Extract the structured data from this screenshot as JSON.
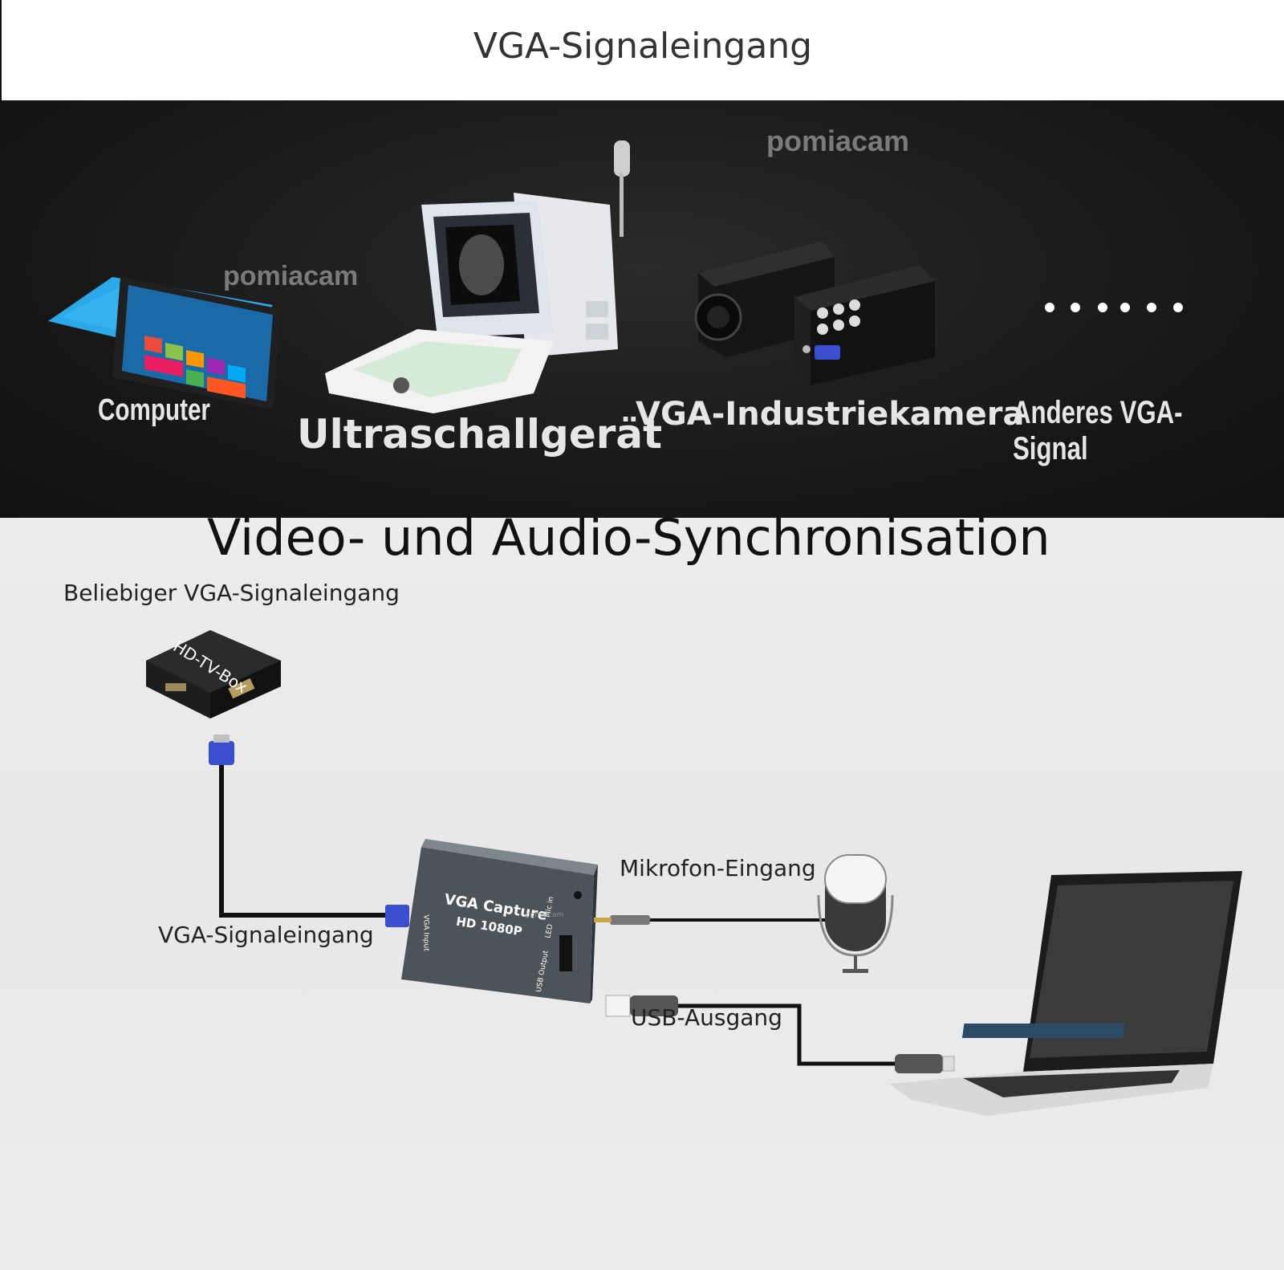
{
  "header": {
    "title": "VGA-Signaleingang"
  },
  "devices": {
    "watermark": "pomiacam",
    "items": [
      {
        "label": "Computer"
      },
      {
        "label": "Ultraschallgerät"
      },
      {
        "label": "VGA-Industriekamera"
      },
      {
        "label": "Anderes VGA-Signal"
      }
    ]
  },
  "diagram": {
    "title": "Video- und Audio-Synchronisation",
    "source_label": "Beliebiger VGA-Signaleingang",
    "box_label": "HD-TV-Box",
    "vga_input_label": "VGA-Signaleingang",
    "capture_title": "VGA Capture",
    "capture_subtitle": "HD 1080P",
    "capture_port_vga": "VGA Input",
    "capture_port_mic": "Mic in",
    "capture_port_led": "LED",
    "capture_port_usb": "USB Output",
    "capture_watermark": "pomiacam",
    "mic_label": "Mikrofon-Eingang",
    "usb_label": "USB-Ausgang"
  },
  "colors": {
    "dark_panel": "#161616",
    "laptop_blue": "#2aa8e8",
    "vga_blue": "#3a4fd0",
    "cable": "#111111",
    "capture_body": "#4c5459"
  }
}
